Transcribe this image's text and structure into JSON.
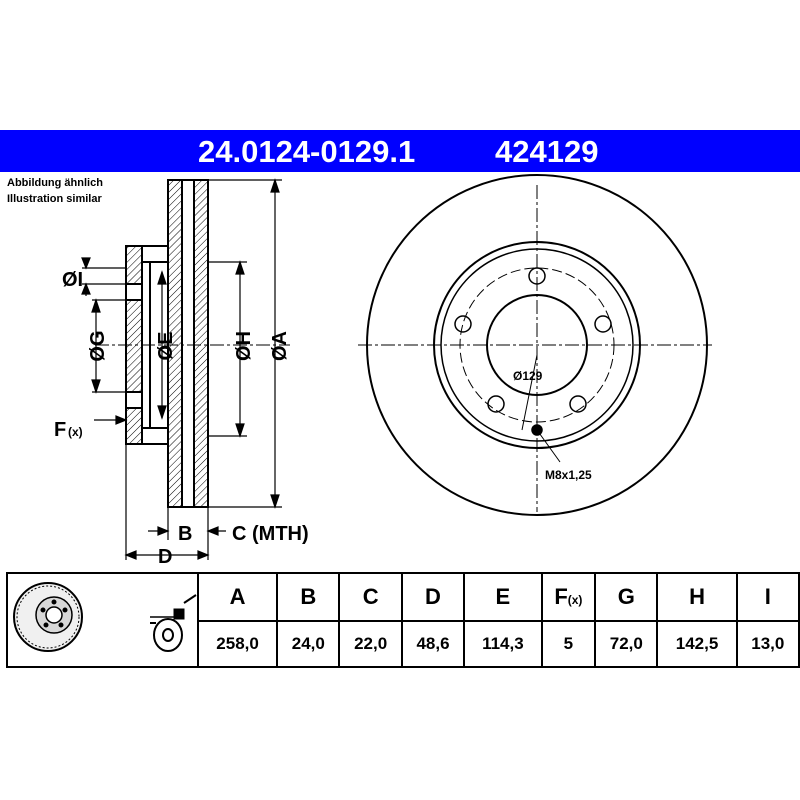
{
  "header": {
    "part_number": "24.0124-0129.1",
    "reference": "424129",
    "background_color": "#0000ff"
  },
  "note": {
    "line1": "Abbildung ähnlich",
    "line2": "Illustration similar"
  },
  "side_view": {
    "labels": {
      "I": "ØI",
      "G": "ØG",
      "E": "ØE",
      "H": "ØH",
      "A": "ØA",
      "F": "F",
      "F_sub": "(x)",
      "B": "B",
      "C": "C (MTH)",
      "D": "D"
    }
  },
  "front_view": {
    "pcd_label": "Ø129",
    "thread_label": "M8x1,25"
  },
  "spec_table": {
    "headers": [
      "A",
      "B",
      "C",
      "D",
      "E",
      "F",
      "G",
      "H",
      "I"
    ],
    "f_header_suffix": "(x)",
    "values": [
      "258,0",
      "24,0",
      "22,0",
      "48,6",
      "114,3",
      "5",
      "72,0",
      "142,5",
      "13,0"
    ]
  },
  "icons": [
    "brake-disc-thumbnail-icon",
    "disc-measuring-icon"
  ]
}
